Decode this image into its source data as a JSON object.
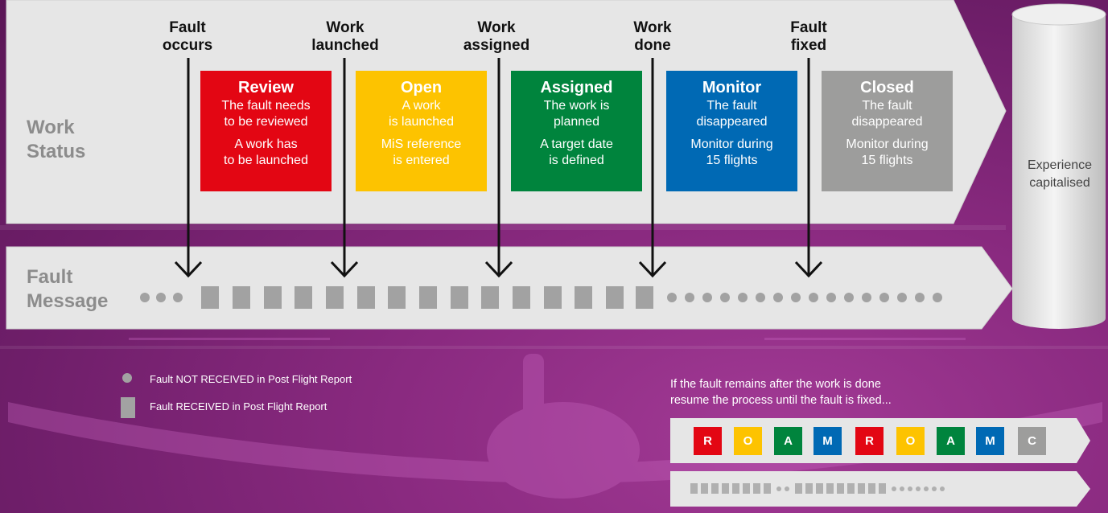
{
  "labels": {
    "work_status": [
      "Work",
      "Status"
    ],
    "fault_message": [
      "Fault",
      "Message"
    ]
  },
  "events": [
    {
      "line1": "Fault",
      "line2": "occurs"
    },
    {
      "line1": "Work",
      "line2": "launched"
    },
    {
      "line1": "Work",
      "line2": "assigned"
    },
    {
      "line1": "Work",
      "line2": "done"
    },
    {
      "line1": "Fault",
      "line2": "fixed"
    }
  ],
  "statuses": [
    {
      "title": "Review",
      "color": "#e30613",
      "title_color": "#ffffff",
      "lines_a": [
        "The fault needs",
        "to be reviewed"
      ],
      "lines_b": [
        "A work has",
        "to be launched"
      ]
    },
    {
      "title": "Open",
      "color": "#fdc300",
      "title_color": "#ffffff",
      "lines_a": [
        "A work",
        "is launched"
      ],
      "lines_b": [
        "MiS reference",
        "is entered"
      ]
    },
    {
      "title": "Assigned",
      "color": "#00843d",
      "title_color": "#ffffff",
      "lines_a": [
        "The work is",
        "planned"
      ],
      "lines_b": [
        "A target date",
        "is defined"
      ]
    },
    {
      "title": "Monitor",
      "color": "#0069b4",
      "title_color": "#ffffff",
      "lines_a": [
        "The fault",
        "disappeared"
      ],
      "lines_b": [
        "Monitor during",
        "15 flights"
      ]
    },
    {
      "title": "Closed",
      "color": "#9d9d9c",
      "title_color": "#ffffff",
      "lines_a": [
        "The fault",
        "disappeared"
      ],
      "lines_b": [
        "Monitor during",
        "15 flights"
      ]
    }
  ],
  "cylinder": {
    "lines": [
      "Experience",
      "capitalised"
    ]
  },
  "legend": {
    "not_received": "Fault NOT RECEIVED in Post Flight Report",
    "received": "Fault RECEIVED in Post Flight Report"
  },
  "note": {
    "line1": "If the fault remains after the work is done",
    "line2": "resume the process until the fault is fixed..."
  },
  "cycle": [
    {
      "letter": "R",
      "color": "#e30613"
    },
    {
      "letter": "O",
      "color": "#fdc300"
    },
    {
      "letter": "A",
      "color": "#00843d"
    },
    {
      "letter": "M",
      "color": "#0069b4"
    },
    {
      "letter": "R",
      "color": "#e30613"
    },
    {
      "letter": "O",
      "color": "#fdc300"
    },
    {
      "letter": "A",
      "color": "#00843d"
    },
    {
      "letter": "M",
      "color": "#0069b4"
    },
    {
      "letter": "C",
      "color": "#9d9d9c"
    }
  ],
  "colors": {
    "band": "#e5e5e5",
    "marker": "#a2a2a2",
    "arrow": "#111111"
  }
}
